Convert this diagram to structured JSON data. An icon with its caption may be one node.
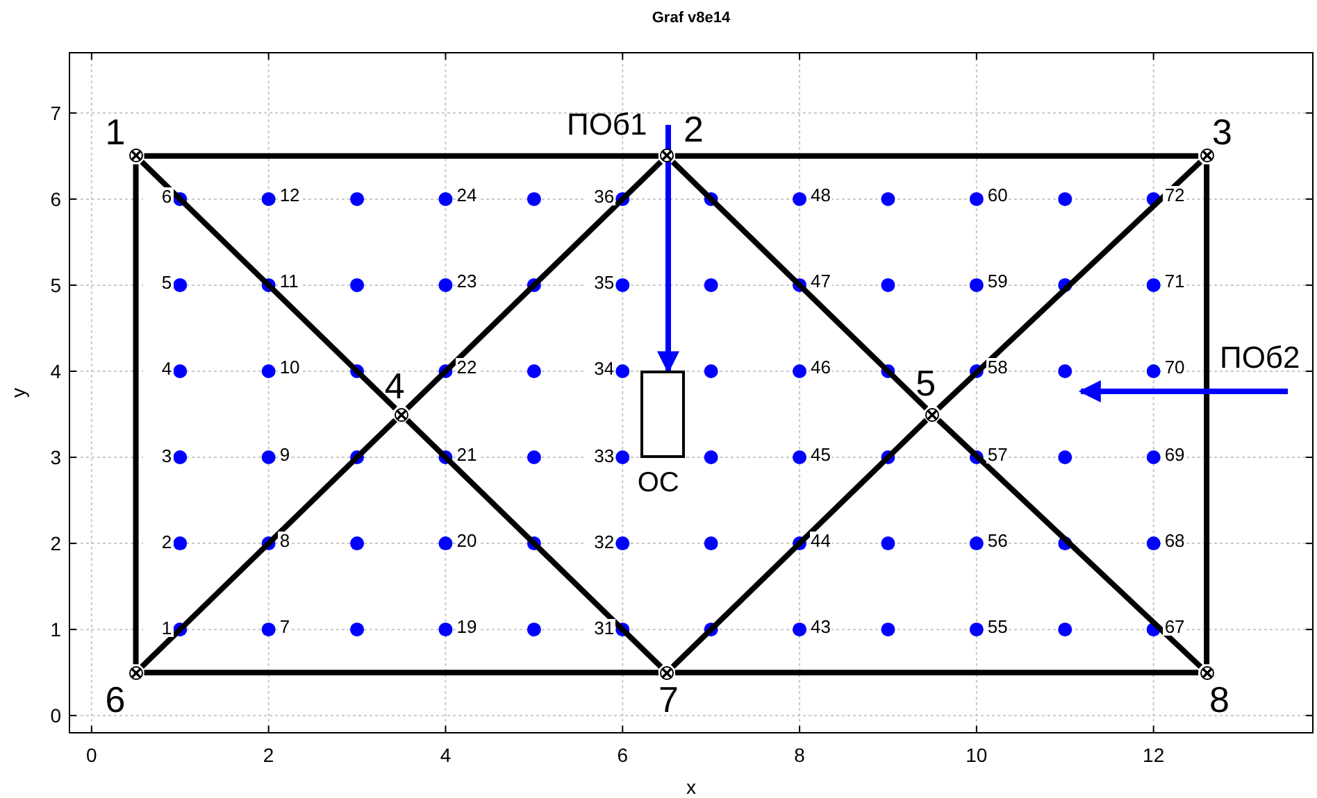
{
  "diagram": {
    "title": "Graf v8e14",
    "nodes": [
      {
        "text": [],
        "shape": "circle",
        "beside": [
          "1"
        ]
      },
      {
        "text": [
          "ПОб1"
        ]
      },
      {
        "text": [],
        "shape": "circle",
        "beside": [
          "2"
        ]
      },
      {
        "text": [],
        "shape": "circle",
        "beside": [
          "3"
        ]
      },
      {
        "text": [
          "ПОб2"
        ]
      },
      {
        "text": [],
        "shape": "circle",
        "beside": [
          "4"
        ]
      },
      {
        "text": [],
        "shape": "box",
        "beside": [
          "ОС"
        ]
      },
      {
        "text": [],
        "shape": "circle",
        "beside": [
          "5"
        ]
      },
      {
        "text": [],
        "shape": "circle",
        "beside": [
          "6"
        ]
      },
      {
        "text": [],
        "shape": "circle",
        "beside": [
          "7"
        ]
      },
      {
        "text": [],
        "shape": "circle",
        "beside": [
          "8"
        ]
      }
    ],
    "edges": [
      {
        "from": 0,
        "to": 2,
        "arrow": "none"
      },
      {
        "from": 2,
        "to": 3,
        "arrow": "none"
      },
      {
        "from": 3,
        "to": 10,
        "arrow": "none"
      },
      {
        "from": 10,
        "to": 9,
        "arrow": "none"
      },
      {
        "from": 9,
        "to": 8,
        "arrow": "none"
      },
      {
        "from": 8,
        "to": 0,
        "arrow": "none"
      },
      {
        "from": 0,
        "to": 5,
        "arrow": "none"
      },
      {
        "from": 5,
        "to": 9,
        "arrow": "none"
      },
      {
        "from": 8,
        "to": 5,
        "arrow": "none"
      },
      {
        "from": 5,
        "to": 2,
        "arrow": "none"
      },
      {
        "from": 2,
        "to": 7,
        "arrow": "none"
      },
      {
        "from": 7,
        "to": 10,
        "arrow": "none"
      },
      {
        "from": 9,
        "to": 7,
        "arrow": "none"
      },
      {
        "from": 7,
        "to": 3,
        "arrow": "none"
      },
      {
        "from": 1,
        "to": 6,
        "arrow": "to",
        "color": "#0000ff"
      },
      {
        "from": 4,
        "to": null,
        "arrow": "to",
        "color": "#0000ff"
      }
    ],
    "chart_data": {
      "type": "scatter",
      "xlabel": "x",
      "ylabel": "y",
      "xlim": [
        -0.25,
        13.8
      ],
      "ylim": [
        -0.2,
        7.7
      ],
      "grid": true,
      "xticks": [
        0,
        2,
        4,
        6,
        8,
        10,
        12
      ],
      "yticks": [
        0,
        1,
        2,
        3,
        4,
        5,
        6,
        7
      ],
      "x": [
        1,
        1,
        1,
        1,
        1,
        1,
        2,
        2,
        2,
        2,
        2,
        2,
        3,
        3,
        3,
        3,
        3,
        3,
        4,
        4,
        4,
        4,
        4,
        4,
        5,
        5,
        5,
        5,
        5,
        5,
        6,
        6,
        6,
        6,
        6,
        6,
        7,
        7,
        7,
        7,
        7,
        7,
        8,
        8,
        8,
        8,
        8,
        8,
        9,
        9,
        9,
        9,
        9,
        9,
        10,
        10,
        10,
        10,
        10,
        10,
        11,
        11,
        11,
        11,
        11,
        11,
        12,
        12,
        12,
        12,
        12,
        12
      ],
      "series": [
        {
          "color": "#0000ff",
          "values": [
            1,
            2,
            3,
            4,
            5,
            6,
            1,
            2,
            3,
            4,
            5,
            6,
            1,
            2,
            3,
            4,
            5,
            6,
            1,
            2,
            3,
            4,
            5,
            6,
            1,
            2,
            3,
            4,
            5,
            6,
            1,
            2,
            3,
            4,
            5,
            6,
            1,
            2,
            3,
            4,
            5,
            6,
            1,
            2,
            3,
            4,
            5,
            6,
            1,
            2,
            3,
            4,
            5,
            6,
            1,
            2,
            3,
            4,
            5,
            6,
            1,
            2,
            3,
            4,
            5,
            6,
            1,
            2,
            3,
            4,
            5,
            6
          ]
        }
      ],
      "annotations": [
        {
          "x": 1,
          "y": 6,
          "text": "6"
        },
        {
          "x": 2,
          "y": 6,
          "text": "12"
        },
        {
          "x": 4,
          "y": 6,
          "text": "24"
        },
        {
          "x": 6,
          "y": 6,
          "text": "36"
        },
        {
          "x": 8,
          "y": 6,
          "text": "48"
        },
        {
          "x": 10,
          "y": 6,
          "text": "60"
        },
        {
          "x": 12,
          "y": 6,
          "text": "72"
        },
        {
          "x": 1,
          "y": 5,
          "text": "5"
        },
        {
          "x": 2,
          "y": 5,
          "text": "11"
        },
        {
          "x": 4,
          "y": 5,
          "text": "23"
        },
        {
          "x": 6,
          "y": 5,
          "text": "35"
        },
        {
          "x": 8,
          "y": 5,
          "text": "47"
        },
        {
          "x": 10,
          "y": 5,
          "text": "59"
        },
        {
          "x": 12,
          "y": 5,
          "text": "71"
        },
        {
          "x": 1,
          "y": 4,
          "text": "4"
        },
        {
          "x": 2,
          "y": 4,
          "text": "10"
        },
        {
          "x": 4,
          "y": 4,
          "text": "22"
        },
        {
          "x": 6,
          "y": 4,
          "text": "34"
        },
        {
          "x": 8,
          "y": 4,
          "text": "46"
        },
        {
          "x": 10,
          "y": 4,
          "text": "58"
        },
        {
          "x": 12,
          "y": 4,
          "text": "70"
        },
        {
          "x": 1,
          "y": 3,
          "text": "3"
        },
        {
          "x": 2,
          "y": 3,
          "text": "9"
        },
        {
          "x": 4,
          "y": 3,
          "text": "21"
        },
        {
          "x": 6,
          "y": 3,
          "text": "33"
        },
        {
          "x": 8,
          "y": 3,
          "text": "45"
        },
        {
          "x": 10,
          "y": 3,
          "text": "57"
        },
        {
          "x": 12,
          "y": 3,
          "text": "69"
        },
        {
          "x": 1,
          "y": 2,
          "text": "2"
        },
        {
          "x": 2,
          "y": 2,
          "text": "8"
        },
        {
          "x": 4,
          "y": 2,
          "text": "20"
        },
        {
          "x": 6,
          "y": 2,
          "text": "32"
        },
        {
          "x": 8,
          "y": 2,
          "text": "44"
        },
        {
          "x": 10,
          "y": 2,
          "text": "56"
        },
        {
          "x": 12,
          "y": 2,
          "text": "68"
        },
        {
          "x": 1,
          "y": 1,
          "text": "1"
        },
        {
          "x": 2,
          "y": 1,
          "text": "7"
        },
        {
          "x": 4,
          "y": 1,
          "text": "19"
        },
        {
          "x": 6,
          "y": 1,
          "text": "31"
        },
        {
          "x": 8,
          "y": 1,
          "text": "43"
        },
        {
          "x": 10,
          "y": 1,
          "text": "55"
        },
        {
          "x": 12,
          "y": 1,
          "text": "67"
        }
      ]
    }
  }
}
